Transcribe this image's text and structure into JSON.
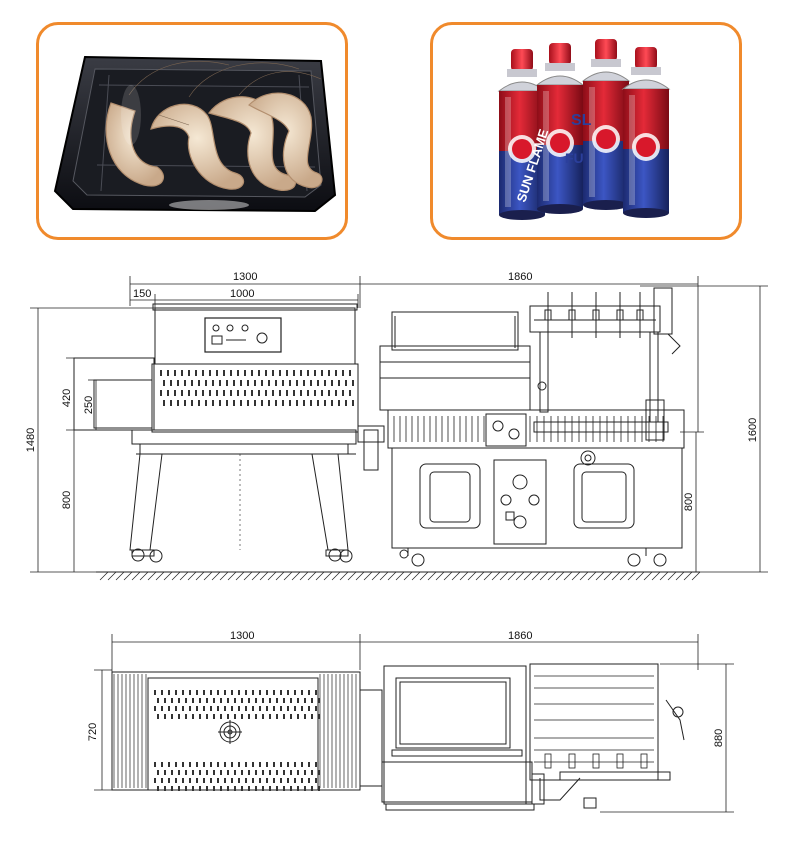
{
  "photos": {
    "shrimp": {
      "name": "shrimp-tray-photo",
      "caption": ""
    },
    "cans": {
      "name": "gas-can-pack-photo",
      "can_label_top": "SL",
      "can_label_side": "SUN FLAME",
      "can_label_brand": "FU"
    }
  },
  "front_view": {
    "dims": {
      "overall_left": "1300",
      "overall_right": "1860",
      "offset": "150",
      "tunnel_len": "1000",
      "tunnel_height_outer": "420",
      "tunnel_height_inner": "250",
      "total_height_left": "1480",
      "table_height_left": "800",
      "total_height_right": "1600",
      "table_height_right": "800"
    }
  },
  "top_view": {
    "dims": {
      "overall_left": "1300",
      "overall_right": "1860",
      "width_left": "720",
      "width_right": "880"
    }
  },
  "colors": {
    "frame": "#f08a2c",
    "line": "#222222",
    "can_red": "#d8182b",
    "can_blue": "#2b3f9c"
  }
}
